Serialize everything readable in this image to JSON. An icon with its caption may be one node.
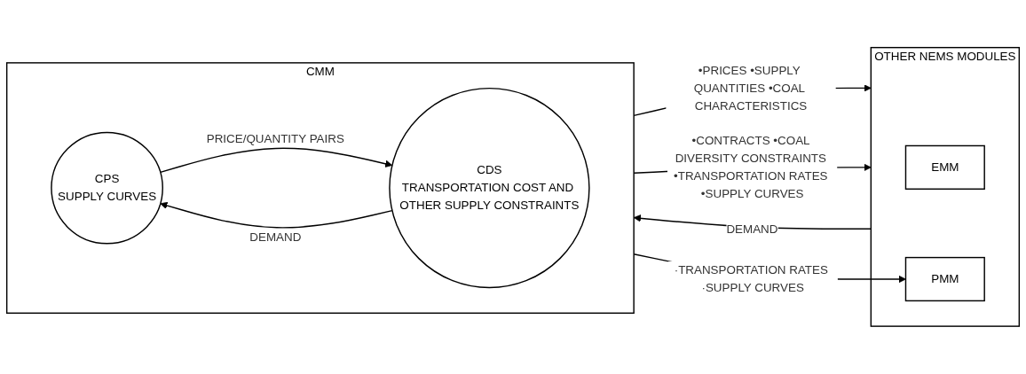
{
  "diagram": {
    "nodes": [
      {
        "text": [
          "CMM"
        ]
      },
      {
        "text": [
          "CPS",
          "SUPPLY CURVES"
        ],
        "in": 0
      },
      {
        "text": [
          "CDS",
          "TRANSPORTATION COST AND OTHER SUPPLY CONSTRAINTS"
        ],
        "in": 0
      },
      {
        "text": [
          "OTHER NEMS MODULES"
        ]
      },
      {
        "text": [
          "EMM"
        ],
        "in": 3
      },
      {
        "text": [
          "PMM"
        ],
        "in": 3
      }
    ],
    "edges": [
      {
        "from": 1,
        "to": 2,
        "arrow": "to",
        "label": "PRICE/QUANTITY PAIRS"
      },
      {
        "from": 2,
        "to": 1,
        "arrow": "to",
        "label": "DEMAND"
      },
      {
        "from": 0,
        "to": 3,
        "arrow": "to",
        "label": "•PRICES •SUPPLY QUANTITIES •COAL CHARACTERISTICS"
      },
      {
        "from": 0,
        "to": 3,
        "arrow": "to",
        "label": "•CONTRACTS •COAL DIVERSITY CONSTRAINTS •TRANSPORTATION RATES •SUPPLY CURVES"
      },
      {
        "from": 0,
        "to": 5,
        "arrow": "to",
        "label": "·TRANSPORTATION RATES ·SUPPLY CURVES"
      },
      {
        "from": 3,
        "to": 0,
        "arrow": "to",
        "label": "DEMAND"
      }
    ]
  }
}
